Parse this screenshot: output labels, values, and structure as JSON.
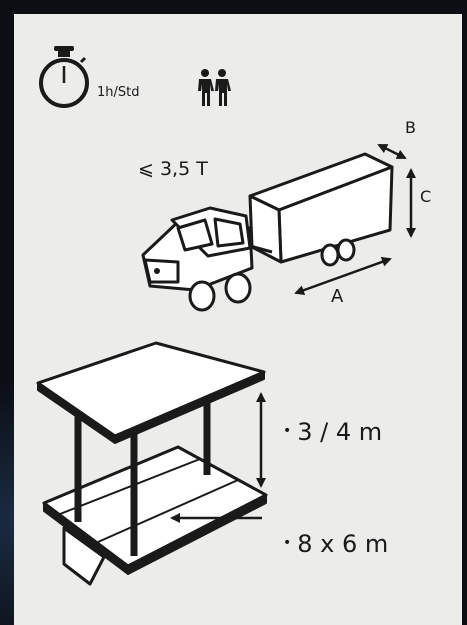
{
  "duration": {
    "label": "1h/Std",
    "icon": "stopwatch-icon"
  },
  "crew": {
    "icon": "two-people-icon"
  },
  "vehicle": {
    "weight_limit": "⩽ 3,5 T",
    "dims": {
      "a": "A",
      "b": "B",
      "c": "C"
    }
  },
  "canopy": {
    "height": "3 / 4 m",
    "area": "8 x 6 m"
  },
  "colors": {
    "panel": "#ececeb",
    "ink": "#1a1a1a",
    "frame": "#0b0e13"
  }
}
